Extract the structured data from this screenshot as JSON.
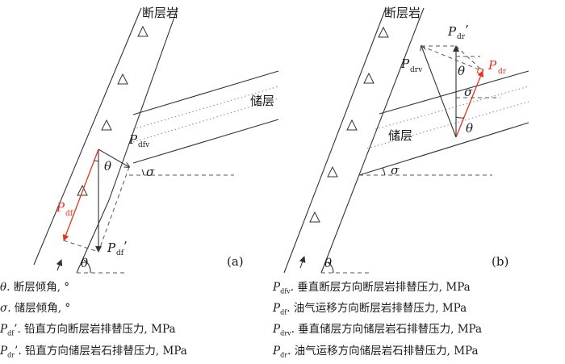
{
  "panel_a": {
    "title": "断层岩",
    "reservoir_label": "储层",
    "label": "(a)",
    "sym_pdfv": "P",
    "sub_pdfv": "dfv",
    "sym_pdf": "P",
    "sub_pdf": "df",
    "sym_pdfp": "P",
    "sub_pdfp": "df",
    "prime": "’",
    "theta": "θ",
    "sigma": "σ"
  },
  "panel_b": {
    "title": "断层岩",
    "reservoir_label": "储层",
    "label": "(b)",
    "sym_pdrp": "P",
    "sub_pdrp": "dr",
    "prime": "’",
    "sym_pdrv": "P",
    "sub_pdrv": "drv",
    "sym_pdr": "P",
    "sub_pdr": "dr",
    "theta": "θ",
    "sigma": "σ"
  },
  "legend": {
    "left": [
      {
        "sym": "θ",
        "sub": "",
        "text": ". 断层倾角, °"
      },
      {
        "sym": "σ",
        "sub": "",
        "text": ". 储层倾角, °"
      },
      {
        "sym": "P",
        "sub": "df",
        "text": "’. 铅直方向断层岩排替压力, MPa"
      },
      {
        "sym": "P",
        "sub": "dr",
        "text": "’. 铅直方向储层岩石排替压力, MPa"
      }
    ],
    "right": [
      {
        "sym": "P",
        "sub": "dfv",
        "text": ". 垂直断层方向断层岩排替压力, MPa"
      },
      {
        "sym": "P",
        "sub": "df",
        "text": ". 油气运移方向断层岩排替压力, MPa"
      },
      {
        "sym": "P",
        "sub": "drv",
        "text": ". 垂直储层方向储层岩石排替压力, MPa"
      },
      {
        "sym": "P",
        "sub": "dr",
        "text": ". 油气运移方向储层岩石排替压力, MPa"
      }
    ]
  },
  "colors": {
    "accent": "#e8321e",
    "line": "#333333"
  }
}
